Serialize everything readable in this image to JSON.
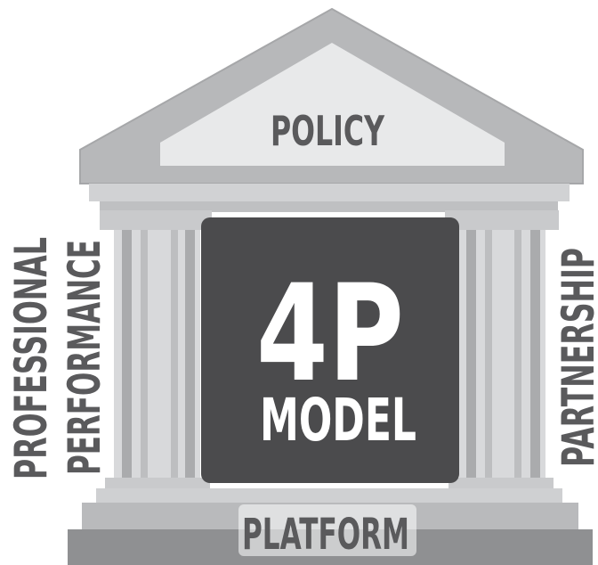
{
  "diagram": {
    "title_main": "4P",
    "title_sub": "MODEL",
    "pediment_label": "POLICY",
    "base_label": "PLATFORM",
    "left_labels": [
      "PROFESSIONAL",
      "PERFORMANCE"
    ],
    "right_label": "PARTNERSHIP"
  },
  "colors": {
    "roof_outer": "#b7b8ba",
    "roof_inner": "#e6e7e8",
    "column_light": "#d6d7d9",
    "column_dark": "#a9aaac",
    "core_panel": "#4b4b4d",
    "base_dark": "#8c8d8f",
    "text_gray": "#5a5a5c",
    "text_white": "#ffffff"
  }
}
